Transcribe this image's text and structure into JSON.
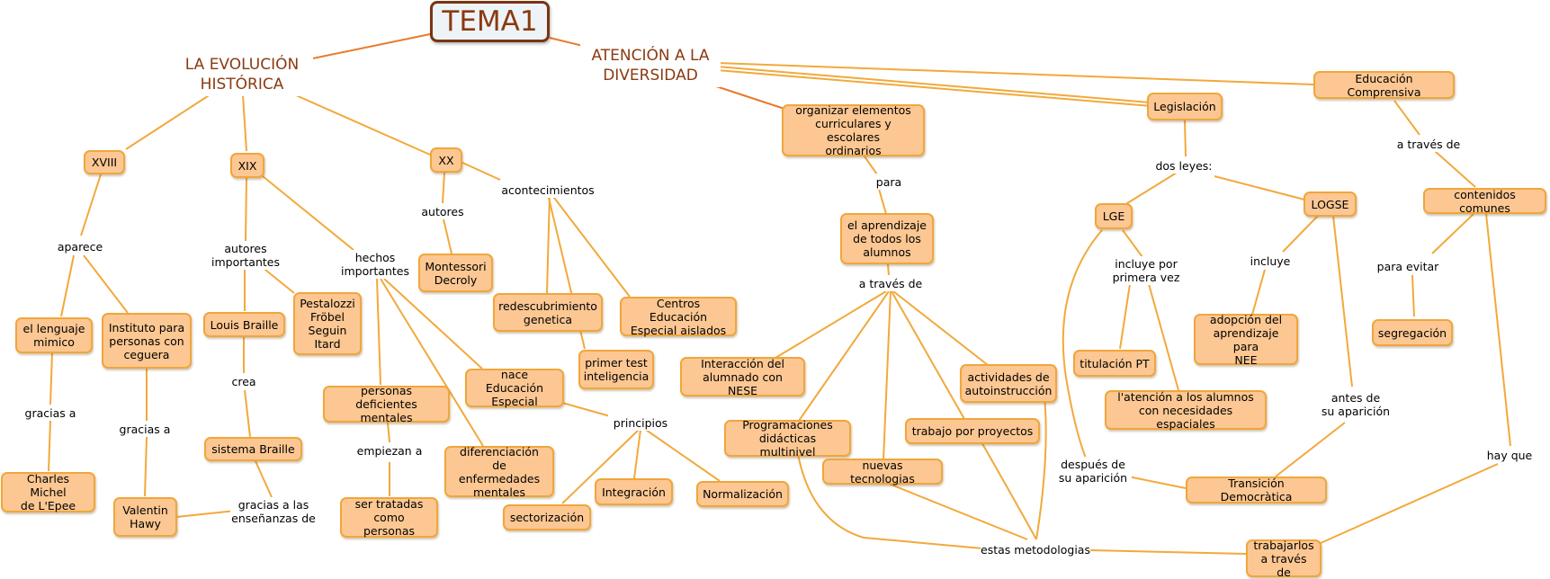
{
  "root": {
    "text": "TEMA1"
  },
  "titles": {
    "evolucion": "LA EVOLUCIÓN\nHISTÓRICA",
    "atencion": "ATENCIÓN A LA\nDIVERSIDAD"
  },
  "nodes": {
    "xviii": "XVIII",
    "xix": "XIX",
    "xx": "XX",
    "lenguaje_mimico": "el lenguaje\nmimico",
    "instituto": "Instituto para\npersonas con\nceguera",
    "charles": "Charles Michel\nde L'Epee",
    "valentin": "Valentin\nHawy",
    "louis": "Louis Braille",
    "pestalozzi": "Pestalozzi\nFröbel\nSeguin\nItard",
    "sistema_braille": "sistema Braille",
    "montessori": "Montessori\nDecroly",
    "redescubrimiento": "redescubrimiento\ngenetica",
    "centros": "Centros Educación\nEspecial aislados",
    "primer_test": "primer test\ninteligencia",
    "personas_def": "personas deficientes\nmentales",
    "nace_ee": "nace Educación\nEspecial",
    "ser_tratadas": "ser tratadas\ncomo personas",
    "diferenciacion": "diferenciación\nde enfermedades\nmentales",
    "integracion": "Integración",
    "normalizacion": "Normalización",
    "sectorizacion": "sectorización",
    "organizar": "organizar elementos\ncurriculares y escolares\nordinarios",
    "aprendizaje": "el aprendizaje\nde todos los\nalumnos",
    "interaccion": "Interacción del\nalumnado con NESE",
    "programaciones": "Programaciones\ndidácticas multinivel",
    "nuevas_tec": "nuevas tecnologias",
    "trabajo_proy": "trabajo por proyectos",
    "actividades": "actividades de\nautoinstrucción",
    "legislacion": "Legislación",
    "lge": "LGE",
    "logse": "LOGSE",
    "titulacion": "titulación PT",
    "atencion_alumnos": "l'atención a los alumnos\ncon necesidades espaciales",
    "adopcion": "adopción del\naprendizaje para\nNEE",
    "transicion": "Transición Democràtica",
    "educ_comprensiva": "Educación Comprensiva",
    "contenidos": "contenidos comunes",
    "segregacion": "segregación",
    "trabajarlos": "trabajarlos\na través de"
  },
  "labels": {
    "aparece": "aparece",
    "gracias_a_1": "gracias a",
    "gracias_a_2": "gracias a",
    "autores_importantes": "autores\nimportantes",
    "crea": "crea",
    "gracias_ensenanzas": "gracias a las\nenseñanzas de",
    "hechos_importantes": "hechos\nimportantes",
    "empiezan_a": "empiezan a",
    "autores": "autores",
    "acontecimientos": "acontecimientos",
    "principios": "principios",
    "para": "para",
    "a_traves_de_1": "a través de",
    "estas_metodologias": "estas metodologias",
    "dos_leyes": "dos leyes:",
    "incluye_por_primera": "incluye por\nprimera vez",
    "incluye": "incluye",
    "despues_aparicion": "después de\nsu aparición",
    "antes_aparicion": "antes de\nsu aparición",
    "a_traves_de_2": "a través de",
    "para_evitar": "para evitar",
    "hay_que": "hay que"
  },
  "colors": {
    "link_orange": "#f2a93b",
    "link_dark": "#e87a2c",
    "node_fill": "#fcc792",
    "node_border": "#f0a63c",
    "title_text": "#8a3a10"
  }
}
